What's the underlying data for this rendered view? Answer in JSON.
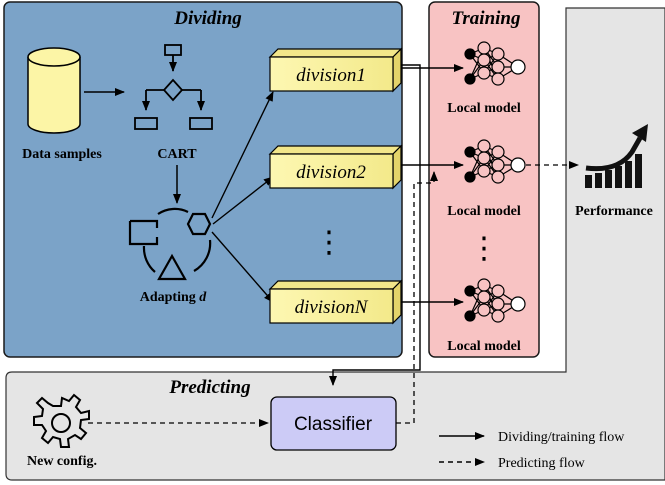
{
  "sections": {
    "dividing": "Dividing",
    "training": "Training",
    "predicting": "Predicting"
  },
  "dividing": {
    "data_samples": "Data samples",
    "cart": "CART",
    "adapting_prefix": "Adapting ",
    "adapting_var": "d",
    "divisions": [
      "division1",
      "division2",
      "divisionN"
    ],
    "ellipsis": "⋮"
  },
  "training": {
    "local_model_labels": [
      "Local model",
      "Local model",
      "Local model"
    ],
    "ellipsis": "⋮"
  },
  "performance": "Performance",
  "predicting": {
    "new_config": "New config.",
    "classifier": "Classifier"
  },
  "legend": {
    "solid": "Dividing/training flow",
    "dashed": "Predicting flow"
  },
  "colors": {
    "dividing_bg": "#7ba3c8",
    "training_bg": "#f8c3c3",
    "predicting_bg": "#e5e5e5",
    "division_fill": "#fcf5a6",
    "classifier_fill": "#cccbf6",
    "cylinder_fill": "#fcf5a6"
  }
}
